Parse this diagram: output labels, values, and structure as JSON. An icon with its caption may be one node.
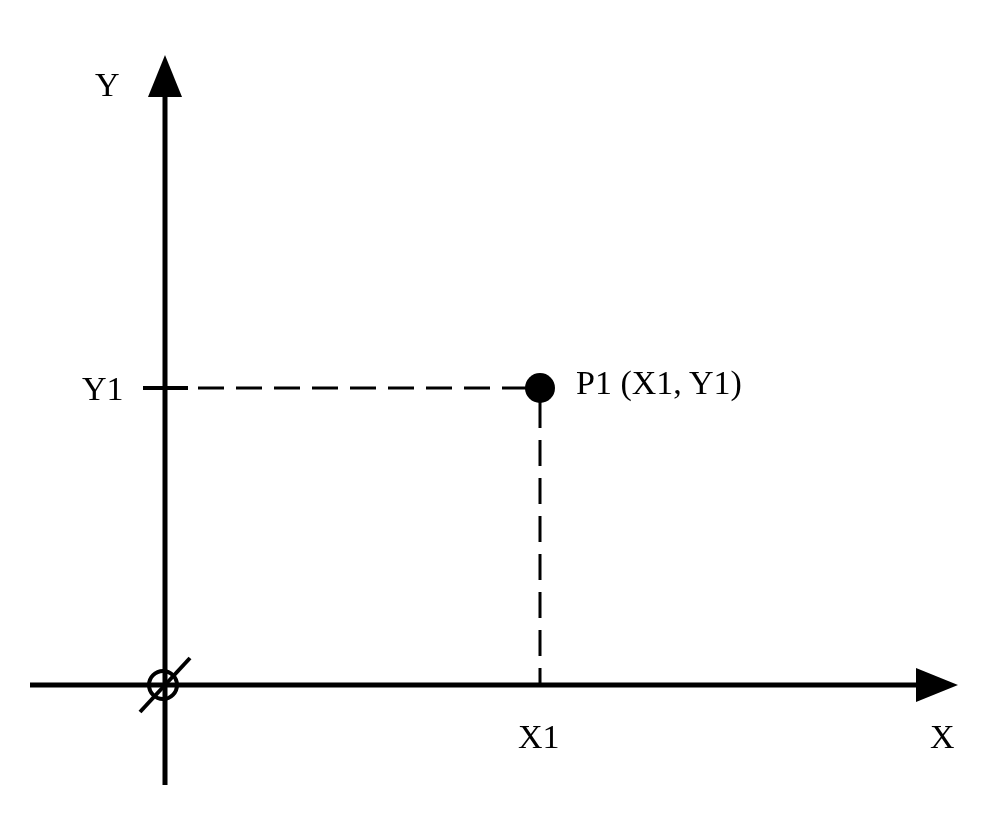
{
  "diagram": {
    "labels": [
      "Y",
      "Y1",
      "P1 (X1, Y1)",
      "X1",
      "X"
    ]
  }
}
